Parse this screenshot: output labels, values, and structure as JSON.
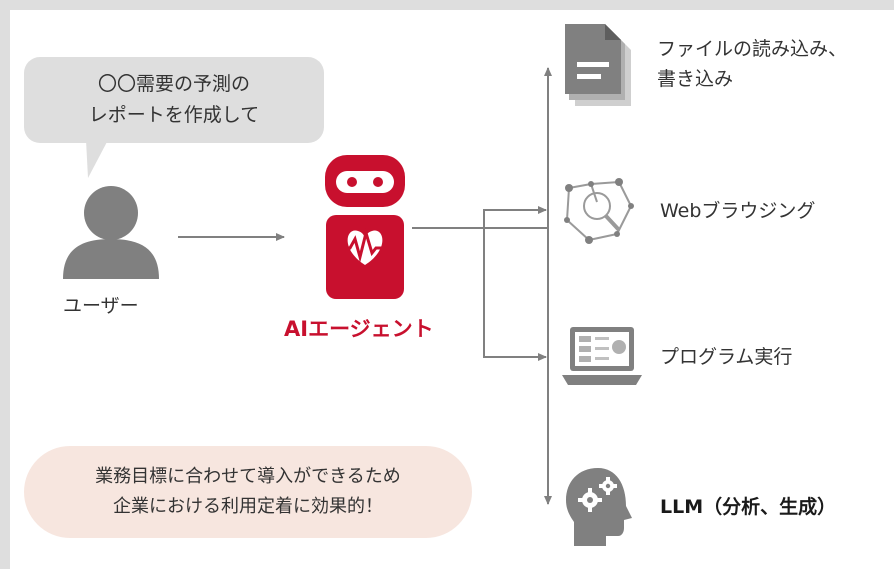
{
  "request_bubble": {
    "line1": "〇〇需要の予測の",
    "line2": "レポートを作成して"
  },
  "user": {
    "label": "ユーザー"
  },
  "agent": {
    "label": "AIエージェント"
  },
  "tools": [
    {
      "label_line1": "ファイルの読み込み、",
      "label_line2": "書き込み",
      "icon": "file-icon"
    },
    {
      "label_line1": "Webブラウジング",
      "icon": "web-browsing-icon"
    },
    {
      "label_line1": "プログラム実行",
      "icon": "laptop-icon"
    },
    {
      "label_line1": "LLM（分析、生成）",
      "icon": "brain-gear-icon"
    }
  ],
  "note": {
    "line1": "業務目標に合わせて導入ができるため",
    "line2": "企業における利用定着に効果的！"
  },
  "colors": {
    "accent_red": "#c8102e",
    "gray_icon": "#808080",
    "bubble_gray": "#dedede",
    "note_pink": "#f7e6df"
  }
}
